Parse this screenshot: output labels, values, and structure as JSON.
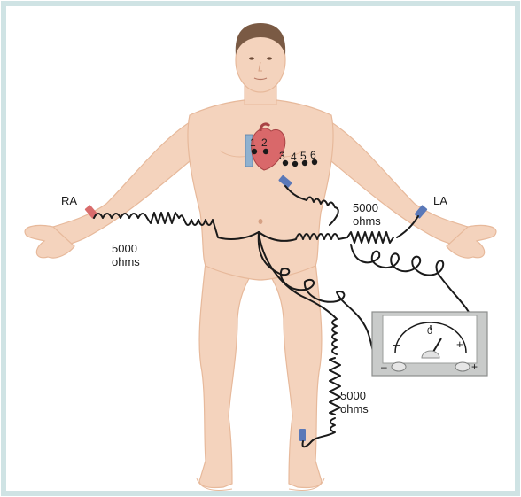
{
  "figure": {
    "labels": {
      "right_arm": "RA",
      "left_arm": "LA",
      "lead_numbers": [
        "1",
        "2",
        "3",
        "4",
        "5",
        "6"
      ],
      "resistor_value": "5000",
      "resistor_unit": "ohms",
      "meter_zero": "0",
      "meter_minus": "–",
      "meter_plus": "+"
    },
    "colors": {
      "frame": "#cfe3e4",
      "skin": "#f4d3bd",
      "skin_shade": "#e7b99b",
      "hair": "#7a5a44",
      "heart": "#d9686a",
      "aorta": "#8fb1cf",
      "wire": "#1a1a1a",
      "electrode_red": "#d96c6c",
      "electrode_blue": "#5a78b8",
      "meter_case": "#c9cbca",
      "meter_face": "#ffffff"
    }
  }
}
